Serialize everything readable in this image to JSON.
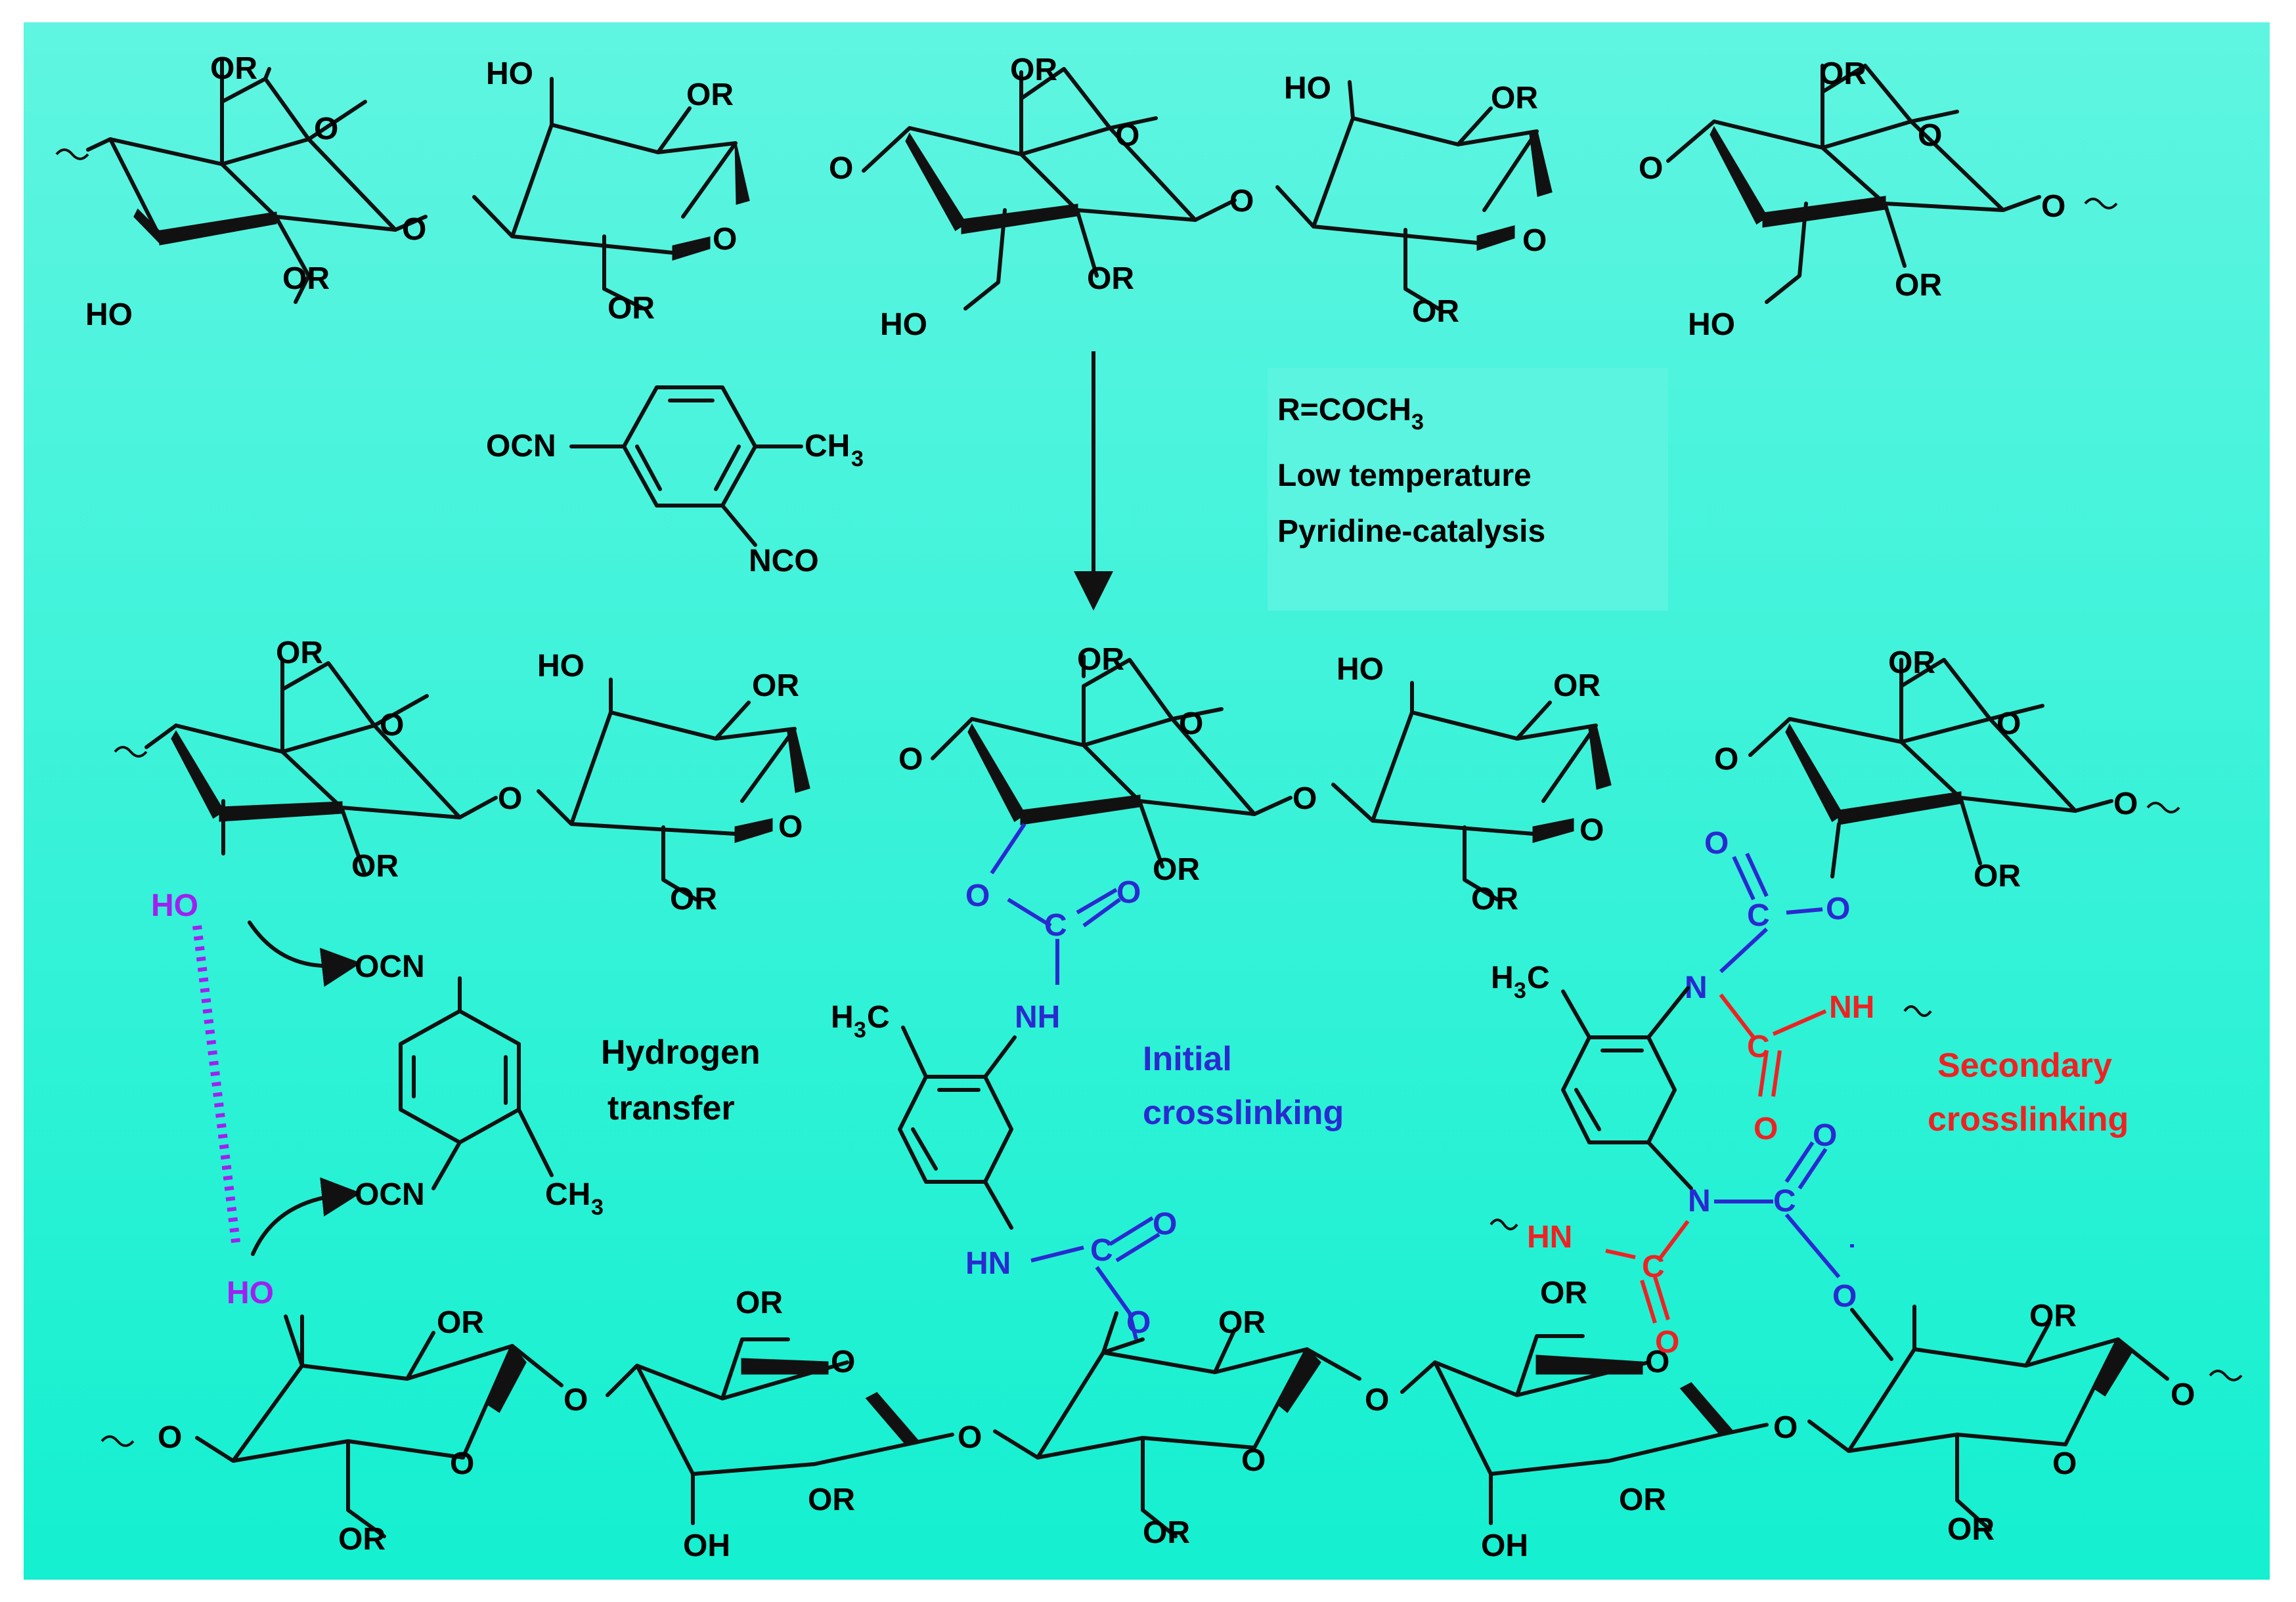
{
  "background": {
    "top_color": "#5ff5e1",
    "bottom_color": "#14f0d0",
    "border_color": "#ffffff"
  },
  "colors": {
    "blue": "#2a2ad0",
    "red": "#ee2222",
    "purple": "#a020f0",
    "black": "#111111"
  },
  "conditions": {
    "r_def": "R=COCH",
    "r_sub": "3",
    "line2": "Low temperature",
    "line3": "Pyridine-catalysis"
  },
  "reagent": {
    "ocn": "OCN",
    "nco": "NCO",
    "ch3": "CH",
    "ch3_sub": "3"
  },
  "labels": {
    "or": "OR",
    "ho": "HO",
    "oh": "OH",
    "o": "O",
    "c": "C",
    "n": "N",
    "nh": "NH",
    "hn": "HN",
    "h3c": "H",
    "h3c_sub": "3",
    "h3c_c": "C",
    "ocn": "OCN",
    "ch": "CH",
    "ch_sub": "3"
  },
  "captions": {
    "hydrogen_transfer_1": "Hydrogen",
    "hydrogen_transfer_2": "transfer",
    "initial_1": "Initial",
    "initial_2": "crosslinking",
    "secondary_1": "Secondary",
    "secondary_2": "crosslinking"
  }
}
